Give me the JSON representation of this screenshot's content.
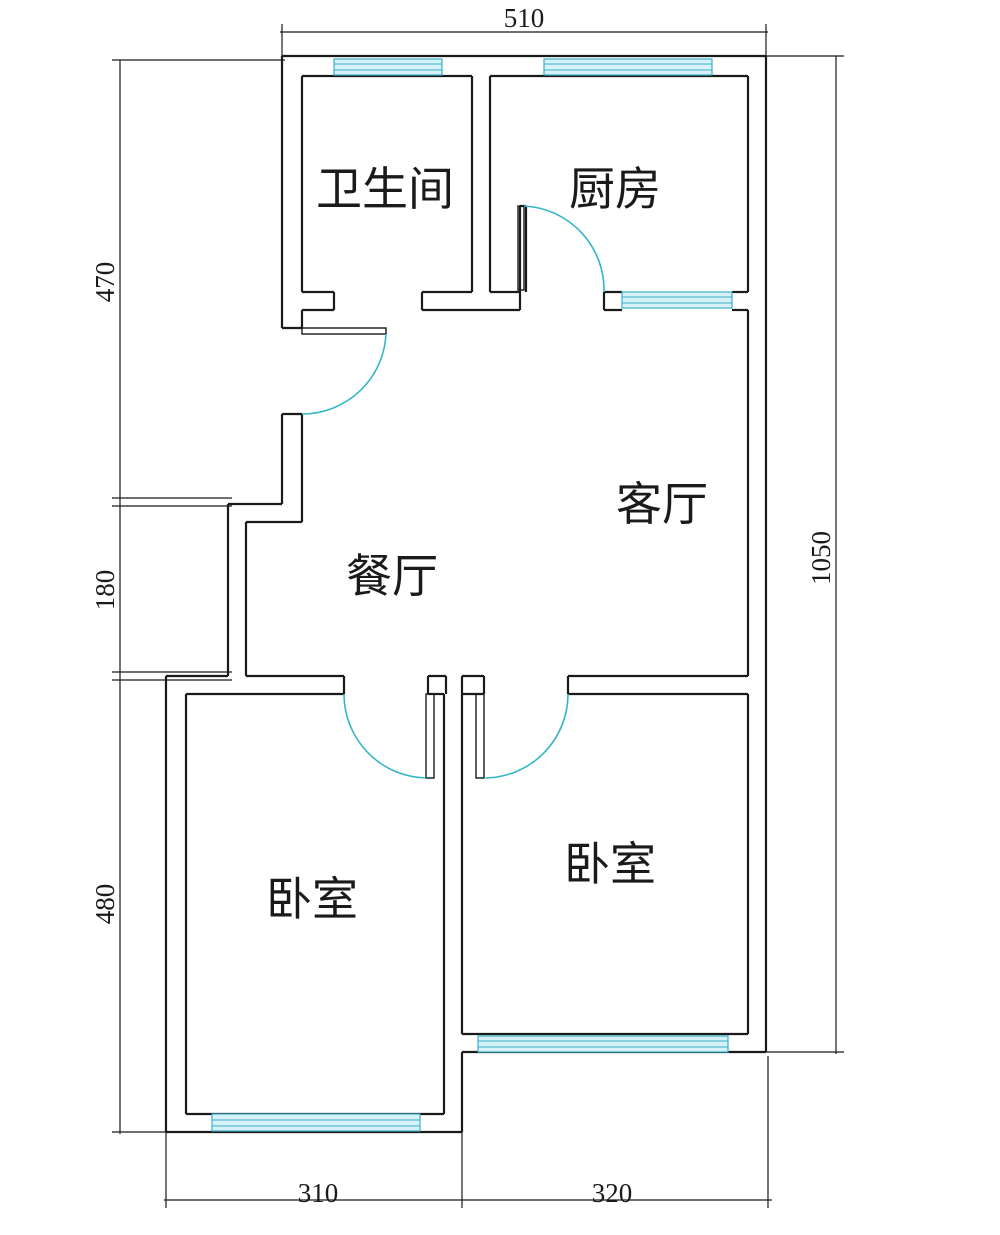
{
  "rooms": {
    "bathroom": "卫生间",
    "kitchen": "厨房",
    "living_room": "客厅",
    "dining_room": "餐厅",
    "bedroom_left": "卧室",
    "bedroom_right": "卧室"
  },
  "dimensions": {
    "top_width": "510",
    "left_upper": "470",
    "left_middle": "180",
    "left_lower": "480",
    "right_total": "1050",
    "bottom_left": "310",
    "bottom_right": "320"
  },
  "colors": {
    "wall": "#1a1a1a",
    "window": "#3aaec9",
    "window_fill": "#d6f1f7",
    "door_swing": "#33b5c9"
  }
}
